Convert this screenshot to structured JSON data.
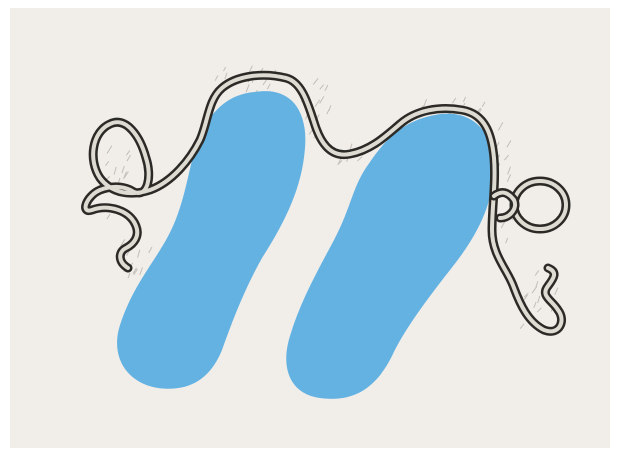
{
  "colors": {
    "page_background": "#ffffff",
    "paper": "#f1eeea",
    "blob_fill": "#64b2e2",
    "thread_outline": "#2c2a26",
    "thread_core": "#dedbd3",
    "hatching": "#9c978d"
  },
  "illustration": {
    "subject": "two-blue-blobs-with-looped-thread",
    "blob_count": 2,
    "thread_loops": 2
  }
}
